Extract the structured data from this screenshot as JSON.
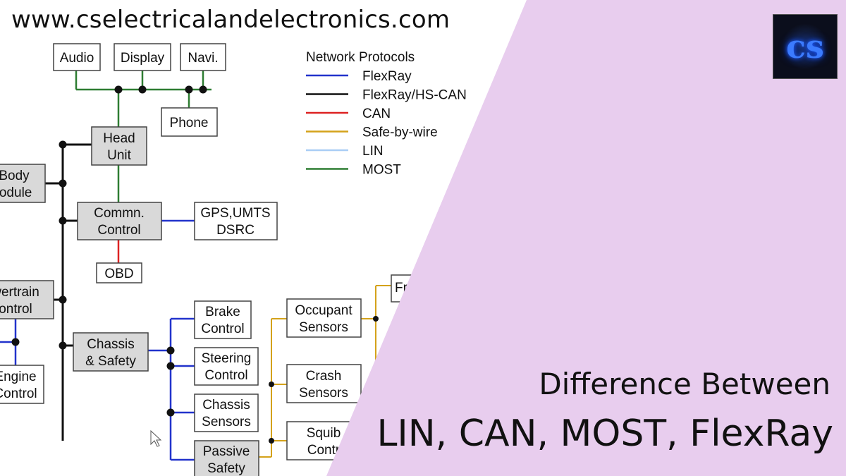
{
  "site_url": "www.cselectricalandelectronics.com",
  "logo": {
    "icon": "cs-logo-icon"
  },
  "title": {
    "line1": "Difference Between",
    "line2": "LIN, CAN, MOST, FlexRay"
  },
  "legend": {
    "title": "Network Protocols",
    "items": [
      {
        "label": "FlexRay",
        "color": "#2233cc"
      },
      {
        "label": "FlexRay/HS-CAN",
        "color": "#111111"
      },
      {
        "label": "CAN",
        "color": "#dd2222"
      },
      {
        "label": "Safe-by-wire",
        "color": "#d4a21a"
      },
      {
        "label": "LIN",
        "color": "#a9cdf5"
      },
      {
        "label": "MOST",
        "color": "#2e7d32"
      }
    ]
  },
  "nodes": {
    "audio": "Audio",
    "display": "Display",
    "navi": "Navi.",
    "phone": "Phone",
    "head_unit": [
      "Head",
      "Unit"
    ],
    "body_module": [
      "Body",
      "lodule"
    ],
    "comm_control": [
      "Commn.",
      "Control"
    ],
    "gps": [
      "GPS,UMTS",
      "DSRC"
    ],
    "obd": "OBD",
    "powertrain": [
      "wertrain",
      "ontrol"
    ],
    "engine": [
      "Engine",
      "Control"
    ],
    "chassis_safety": [
      "Chassis",
      "& Safety"
    ],
    "brake": [
      "Brake",
      "Control"
    ],
    "steering": [
      "Steering",
      "Control"
    ],
    "chassis_sensors": [
      "Chassis",
      "Sensors"
    ],
    "passive_safety": [
      "Passive",
      "Safety"
    ],
    "occupant": [
      "Occupant",
      "Sensors"
    ],
    "crash": [
      "Crash",
      "Sensors"
    ],
    "squib": [
      "Squib",
      "Contr"
    ],
    "fr": "Fr"
  },
  "colors": {
    "panel": "#e8cdee",
    "box_gray": "#d9d9d9",
    "most": "#2e7d32",
    "flexray": "#2233cc",
    "can": "#dd2222",
    "safe": "#d4a21a",
    "hs": "#111111"
  }
}
